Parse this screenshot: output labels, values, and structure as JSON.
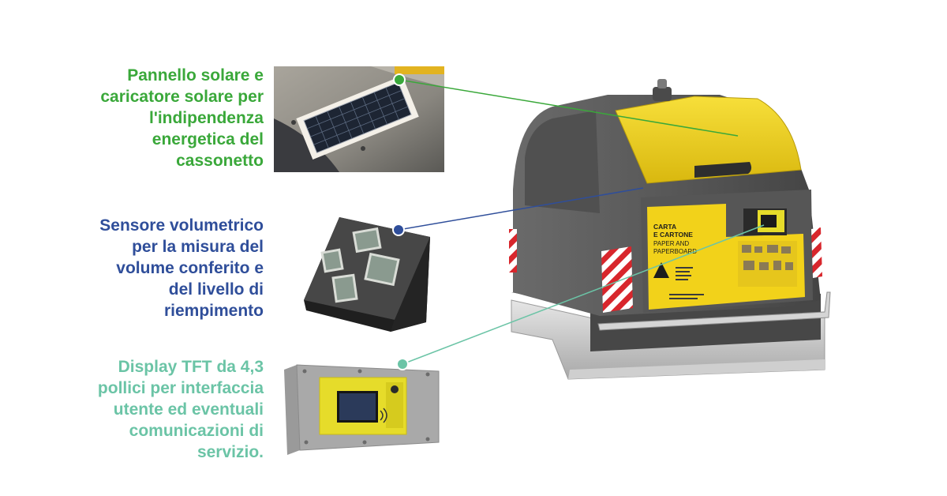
{
  "features": [
    {
      "id": "solar",
      "text": "Pannello solare e\ncaricatore solare per\nl'indipendenza\nenergetica del\ncassonetto"
    },
    {
      "id": "sensor",
      "text": "Sensore volumetrico\nper la misura del\nvolume conferito e\ndel livello di\nriempimento"
    },
    {
      "id": "display",
      "text": "Display TFT da 4,3\npollici per interfaccia\nutente ed eventuali\ncomunicazioni di\nservizio."
    }
  ],
  "colors": {
    "solar": "#3aa83a",
    "sensor": "#2f4e9a",
    "display": "#6bc4a6",
    "bin_body": "#5b5b5b",
    "bin_lid": "#f2d21a"
  },
  "bin_panel": {
    "line1": "CARTA",
    "line2": "E CARTONE",
    "line3": "PAPER AND",
    "line4": "PAPERBOARD"
  }
}
